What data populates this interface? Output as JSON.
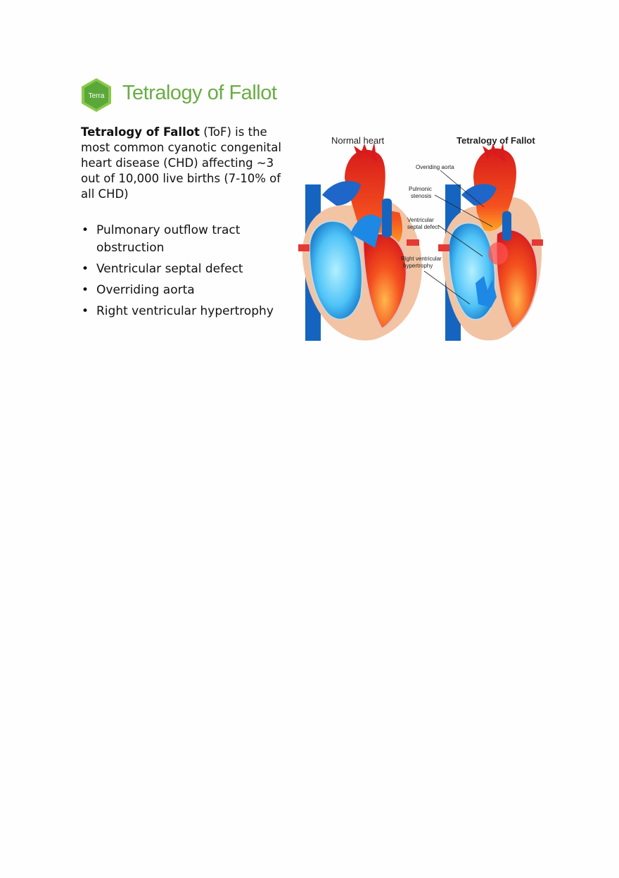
{
  "slide": {
    "logo_text": "Terra",
    "title": "Tetralogy of Fallot",
    "intro": {
      "bold": "Tetralogy of Fallot",
      "rest": " (ToF) is the most common cyanotic congenital heart disease (CHD) affecting ~3 out of 10,000 live births (7-10% of all CHD)"
    },
    "bullets": [
      "Pulmonary outflow tract obstruction",
      "Ventricular septal defect",
      "Overriding aorta",
      "Right ventricular hypertrophy"
    ],
    "bullet_glyph": "•",
    "figure": {
      "normal_label": "Normal heart",
      "tof_label": "Tetralogy of Fallot",
      "annotations": {
        "overriding_aorta": "Overiding aorta",
        "pulmonic_1": "Pulmonic",
        "pulmonic_2": "stenosis",
        "ventricular_1": "Ventricular",
        "ventricular_2": "septal defect",
        "rvh_1": "Right ventricular",
        "rvh_2": "hypertrophy"
      }
    }
  },
  "colors": {
    "title_green": "#6aac45",
    "logo_green": "#5aa83a",
    "logo_light": "#8cc84b",
    "artery_red": "#e2231a",
    "vein_blue": "#1565c0",
    "chamber_cyan": "#4fc3f7",
    "muscle_tan": "#f2c4a4"
  }
}
